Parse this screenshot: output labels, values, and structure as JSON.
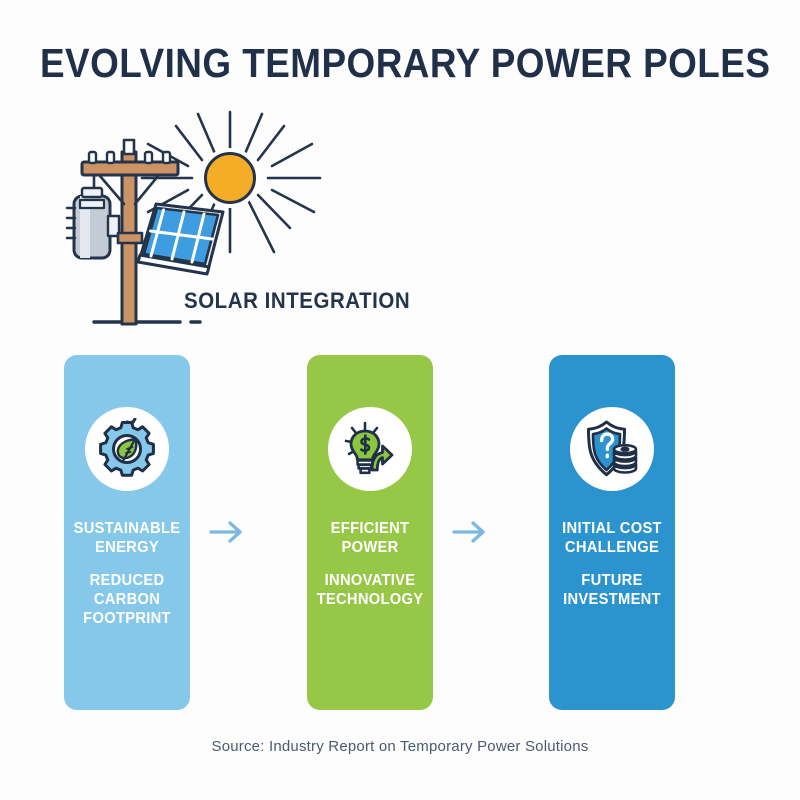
{
  "title": "EVOLVING TEMPORARY POWER POLES",
  "illustration": {
    "label": "SOLAR INTEGRATION",
    "caption_icon": "solar-power-pole-illustration",
    "elements": [
      "utility-pole",
      "crossarm-insulators",
      "transformer",
      "solar-panel",
      "sun-with-rays"
    ],
    "colors": {
      "pole": "#cc9364",
      "outline": "#23344b",
      "sun": "#f5ad28",
      "panel": "#3e9ce0",
      "transformer": "#c3cbd6"
    }
  },
  "cards": [
    {
      "icon": "gear-leaf-icon",
      "background": "#86c8ea",
      "line1": "SUSTAINABLE ENERGY",
      "line2": "REDUCED CARBON FOOTPRINT"
    },
    {
      "icon": "lightbulb-dollar-growth-icon",
      "background": "#97c746",
      "line1": "EFFICIENT POWER",
      "line2": "INNOVATIVE TECHNOLOGY"
    },
    {
      "icon": "shield-question-coins-icon",
      "background": "#2b93ce",
      "line1": "INITIAL COST CHALLENGE",
      "line2": "FUTURE INVESTMENT"
    }
  ],
  "connectors": {
    "arrow_1": "arrow-right-icon",
    "arrow_2": "arrow-right-icon",
    "color": "#7ab8e0"
  },
  "source": "Source: Industry Report on Temporary Power Solutions"
}
